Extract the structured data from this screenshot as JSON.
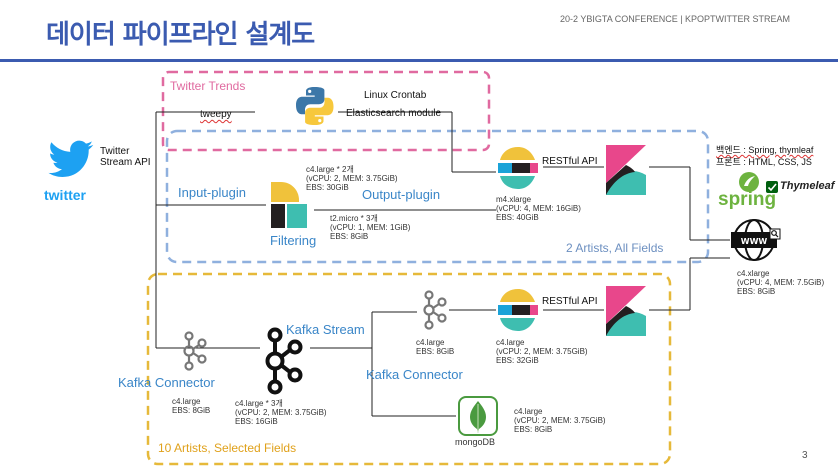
{
  "header": {
    "title": "데이터 파이프라인 설계도",
    "conference": "20-2 YBIGTA CONFERENCE | KPOPTWITTER STREAM"
  },
  "page_number": "3",
  "twitter": {
    "logo_text": "twitter",
    "stream_label": "Twitter\nStream API"
  },
  "trends_box": {
    "label": "Twitter Trends",
    "tweepy": "tweepy",
    "crontab": "Linux Crontab",
    "es_module": "Elasticsearch module"
  },
  "all_fields_box": {
    "label": "2 Artists, All Fields",
    "input_plugin": "Input-plugin",
    "output_plugin": "Output-plugin",
    "filtering": "Filtering",
    "logstash_spec": "c4.large * 2개\n(vCPU: 2, MEM: 3.75GiB)\nEBS: 30GiB",
    "filter_spec": "t2.micro * 3개\n(vCPU: 1, MEM: 1GiB)\nEBS: 8GiB",
    "es_spec": "m4.xlarge\n(vCPU: 4, MEM: 16GiB)\nEBS: 40GiB",
    "restful": "RESTful API"
  },
  "selected_box": {
    "label": "10 Artists, Selected Fields",
    "kafka_connector_left": "Kafka Connector",
    "kafka_connector_left_spec": "c4.large\nEBS: 8GiB",
    "kafka_stream": "Kafka Stream",
    "kafka_main_spec": "c4.large * 3개\n(vCPU: 2, MEM: 3.75GiB)\nEBS: 16GiB",
    "kafka_small_spec": "c4.large\nEBS: 8GiB",
    "kafka_connector_mid": "Kafka Connector",
    "es_spec": "c4.large\n(vCPU: 2, MEM: 3.75GiB)\nEBS: 32GiB",
    "mongo_text": "mongoDB",
    "mongo_spec": "c4.large\n(vCPU: 2, MEM: 3.75GiB)\nEBS: 8GiB",
    "restful": "RESTful API"
  },
  "backend": {
    "line1": "백엔드 : Spring, thymleaf",
    "line2": "프론트 : HTML, CSS, JS",
    "spring_text": "spring",
    "thymeleaf_text": "Thymeleaf",
    "web_spec": "c4.xlarge\n(vCPU: 4, MEM: 7.5GiB)\nEBS: 8GiB"
  },
  "colors": {
    "title_blue": "#3b5bb0",
    "trends_pink": "#e06aa0",
    "all_fields_blue": "#8fb0de",
    "selected_yellow": "#e6b93a",
    "label_blue": "#3a86c8",
    "kibana_pink": "#e8478b",
    "kibana_teal": "#3ebeb0",
    "twitter_blue": "#1da1f2",
    "spring_green": "#6db33f",
    "mongo_green": "#4a9a3f"
  }
}
